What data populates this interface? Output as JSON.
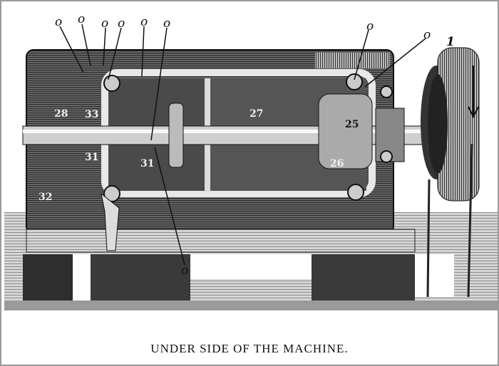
{
  "caption": "UNDER SIDE OF THE MACHINE.",
  "labels": {
    "o": "o",
    "one": "1",
    "n28": "28",
    "n33": "33",
    "n27": "27",
    "n25": "25",
    "n31": "31",
    "n26": "26",
    "n32": "32"
  }
}
